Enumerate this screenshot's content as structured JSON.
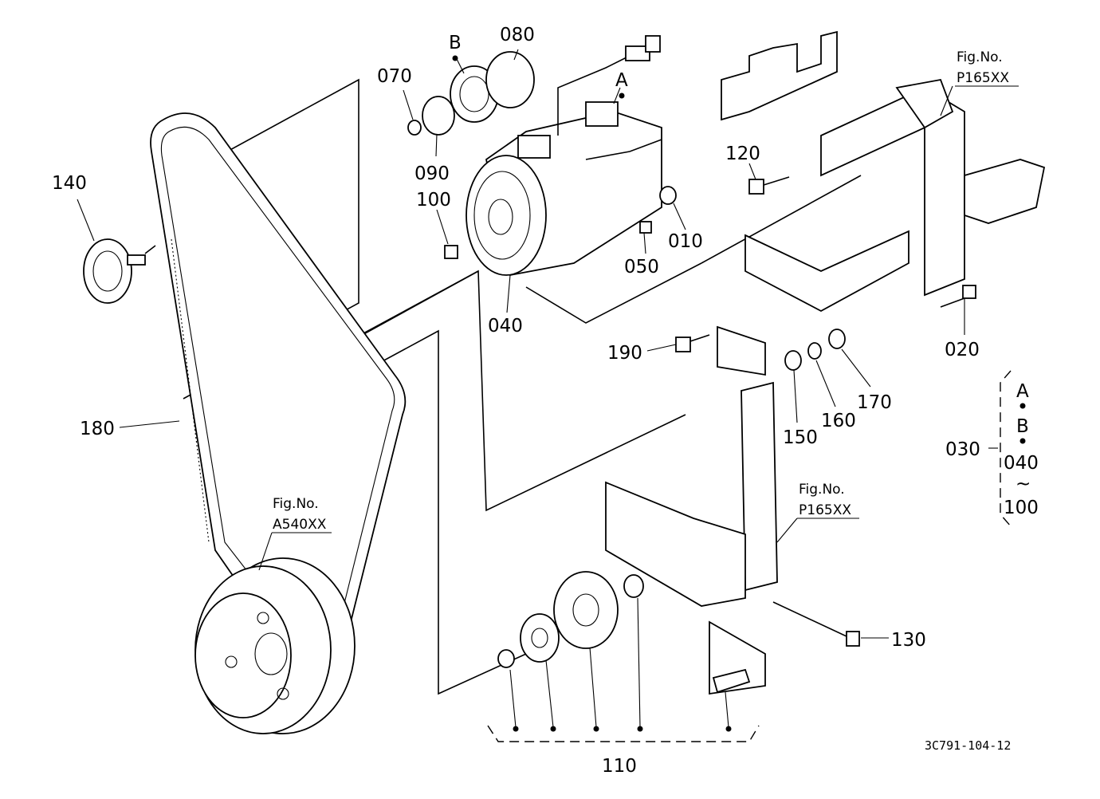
{
  "labels": {
    "p010": "010",
    "p020": "020",
    "p030": "030",
    "p040": "040",
    "p050": "050",
    "p070": "070",
    "p080": "080",
    "p090": "090",
    "p100": "100",
    "p110": "110",
    "p120": "120",
    "p130": "130",
    "p140": "140",
    "p150": "150",
    "p160": "160",
    "p170": "170",
    "p180": "180",
    "p190": "190",
    "a": "A",
    "b": "B"
  },
  "group_030": {
    "a": "A",
    "b": "B",
    "from": "040",
    "tilde": "~",
    "to": "100"
  },
  "refs": {
    "fig1_title": "Fig.No.",
    "fig1_no": "P165XX",
    "fig2_title": "Fig.No.",
    "fig2_no": "P165XX",
    "fig3_title": "Fig.No.",
    "fig3_no": "A540XX"
  },
  "drawing_code": "3C791-104-12"
}
